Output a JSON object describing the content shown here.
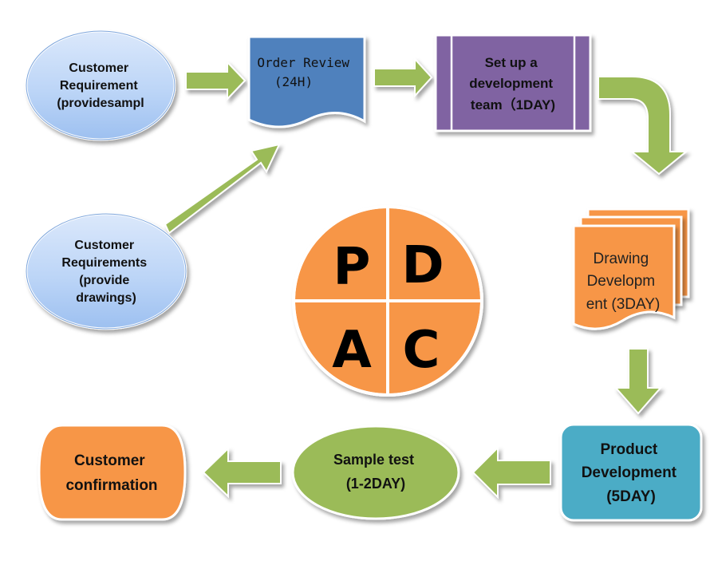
{
  "nodes": {
    "customer_requirement_samples": [
      "Customer",
      "Requirement",
      "(providesampl"
    ],
    "customer_requirement_drawings": [
      "Customer",
      "Requirements",
      "(provide",
      "drawings)"
    ],
    "order_review": [
      "Order Review",
      "(24H)"
    ],
    "setup_team": [
      "Set up a",
      "development",
      "team（1DAY)"
    ],
    "drawing_development": [
      "Drawing",
      "Developm",
      "ent (3DAY)"
    ],
    "product_development": [
      "Product",
      "Development",
      "(5DAY)"
    ],
    "sample_test": [
      "Sample test",
      "(1-2DAY)"
    ],
    "customer_confirmation": [
      "Customer",
      "confirmation"
    ]
  },
  "pdca": {
    "p": "P",
    "d": "D",
    "a": "A",
    "c": "C"
  },
  "colors": {
    "ellipse_blue": "#b8d4f7",
    "order_review_blue": "#4f81bd",
    "purple": "#8064a2",
    "orange": "#f79646",
    "teal": "#4bacc6",
    "green": "#9bbb59",
    "arrow_green": "#9bbb59"
  }
}
